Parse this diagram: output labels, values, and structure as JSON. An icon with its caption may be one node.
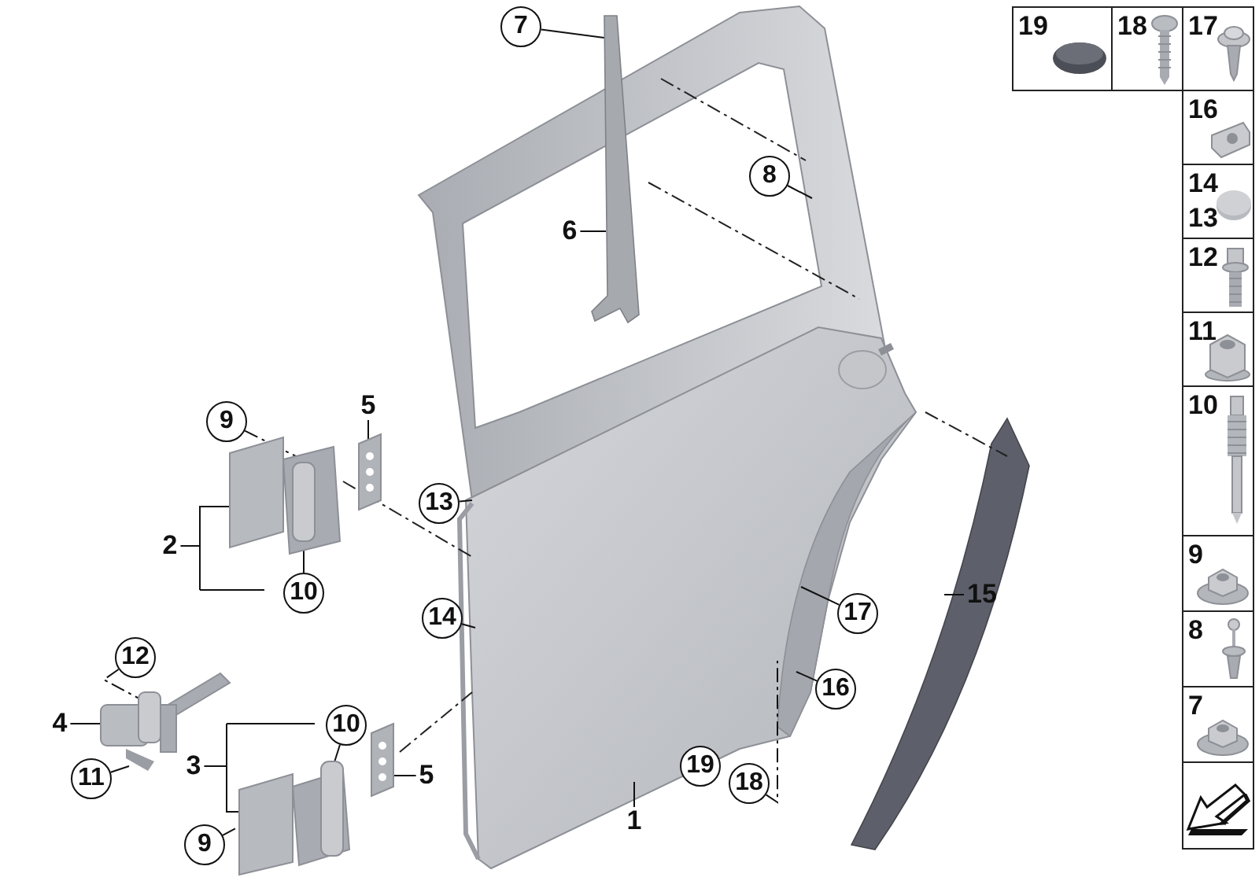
{
  "diagram": {
    "nodes": [
      {
        "text": [
          "7"
        ]
      },
      {
        "text": [
          "19"
        ]
      },
      {
        "text": [
          "18"
        ]
      },
      {
        "text": [
          "17"
        ]
      },
      {
        "text": [
          "16"
        ]
      },
      {
        "text": [
          "8"
        ]
      },
      {
        "text": [
          "14",
          "13"
        ]
      },
      {
        "text": [
          "6"
        ]
      },
      {
        "text": [
          "12"
        ]
      },
      {
        "text": [
          "11"
        ]
      },
      {
        "text": [
          "9"
        ]
      },
      {
        "text": [
          "5"
        ]
      },
      {
        "text": [
          "10"
        ]
      },
      {
        "text": [
          "13"
        ]
      },
      {
        "text": [
          "2"
        ]
      },
      {
        "text": [
          "9"
        ]
      },
      {
        "text": [
          "10"
        ]
      },
      {
        "text": [
          "15"
        ]
      },
      {
        "text": [
          "17"
        ]
      },
      {
        "text": [
          "14"
        ]
      },
      {
        "text": [
          "8"
        ]
      },
      {
        "text": [
          "12"
        ]
      },
      {
        "text": [
          "16"
        ]
      },
      {
        "text": [
          "7"
        ]
      },
      {
        "text": [
          "4"
        ]
      },
      {
        "text": [
          "10"
        ]
      },
      {
        "text": [
          "3"
        ]
      },
      {
        "text": [
          "19"
        ]
      },
      {
        "text": [
          "5"
        ]
      },
      {
        "text": [],
        "shape": "box"
      },
      {
        "text": [
          "11"
        ]
      },
      {
        "text": [
          "18"
        ]
      },
      {
        "text": [
          "1"
        ]
      },
      {
        "text": [
          "9"
        ]
      },
      {
        "text": [],
        "shape": "picture"
      },
      {
        "text": [],
        "shape": "picture"
      },
      {
        "text": [],
        "shape": "picture"
      },
      {
        "text": [],
        "shape": "picture"
      },
      {
        "text": [],
        "shape": "picture"
      },
      {
        "text": [],
        "shape": "picture"
      }
    ],
    "edges": [
      {
        "from": 0,
        "to": 34,
        "arrow": "none"
      },
      {
        "from": 5,
        "to": null,
        "arrow": "none"
      },
      {
        "from": 7,
        "to": 34,
        "arrow": "none"
      },
      {
        "from": 10,
        "to": 35,
        "arrow": "none",
        "style": "dashed"
      },
      {
        "from": 11,
        "to": 36,
        "arrow": "none"
      },
      {
        "from": 13,
        "to": null,
        "arrow": "none"
      },
      {
        "from": 14,
        "to": 35,
        "arrow": "none"
      },
      {
        "from": 16,
        "to": 35,
        "arrow": "none"
      },
      {
        "from": 17,
        "to": null,
        "arrow": "none"
      },
      {
        "from": 18,
        "to": null,
        "arrow": "none"
      },
      {
        "from": 19,
        "to": null,
        "arrow": "none"
      },
      {
        "from": 21,
        "to": 37,
        "arrow": "none",
        "style": "dashed"
      },
      {
        "from": 22,
        "to": null,
        "arrow": "none"
      },
      {
        "from": 24,
        "to": 37,
        "arrow": "none"
      },
      {
        "from": 25,
        "to": 38,
        "arrow": "none"
      },
      {
        "from": 26,
        "to": 38,
        "arrow": "none"
      },
      {
        "from": 28,
        "to": 39,
        "arrow": "none"
      },
      {
        "from": 30,
        "to": 37,
        "arrow": "none"
      },
      {
        "from": 31,
        "to": null,
        "arrow": "none",
        "style": "dashed"
      },
      {
        "from": 32,
        "to": null,
        "arrow": "none"
      },
      {
        "from": 33,
        "to": 38,
        "arrow": "none",
        "style": "dashed"
      }
    ]
  }
}
